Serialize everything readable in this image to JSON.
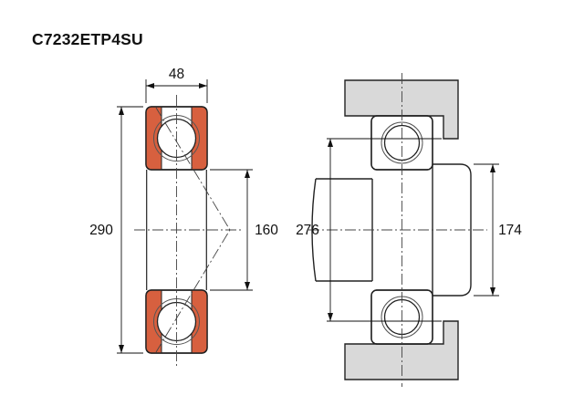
{
  "title": "C7232ETP4SU",
  "colors": {
    "cage": "#d7603f",
    "housing": "#d9d9d9"
  },
  "dimensions": {
    "width": "48",
    "outside_diameter": "290",
    "bore_diameter": "160",
    "housing_abutment_diameter": "276",
    "shaft_abutment_diameter": "174"
  }
}
